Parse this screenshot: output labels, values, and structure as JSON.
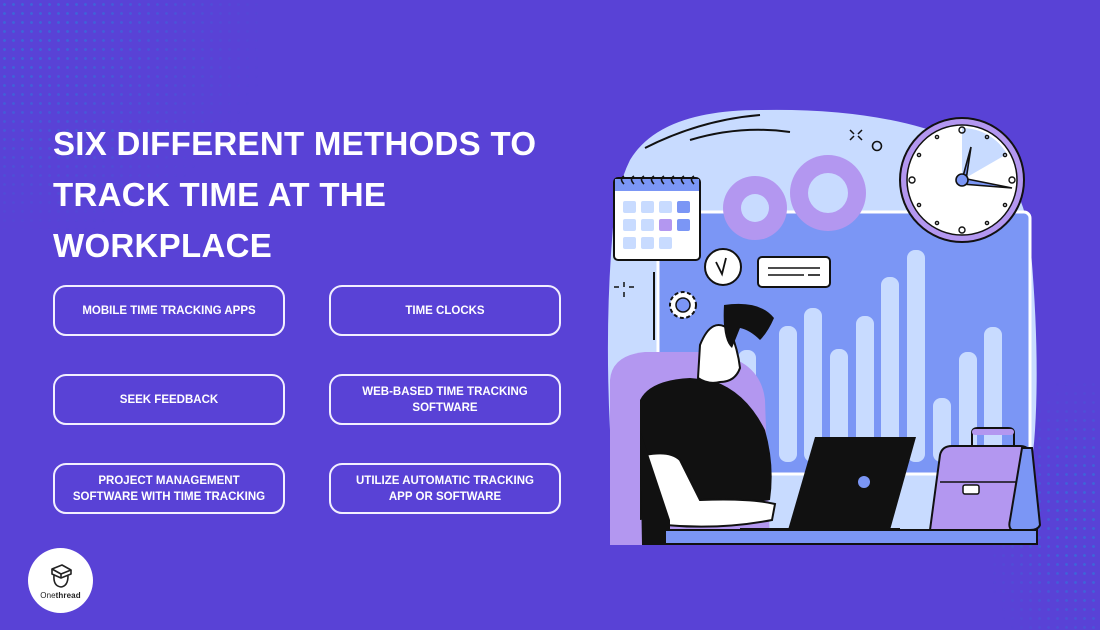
{
  "title": "SIX DIFFERENT METHODS TO TRACK TIME AT THE WORKPLACE",
  "methods": [
    {
      "label": "MOBILE TIME TRACKING APPS"
    },
    {
      "label": "TIME CLOCKS"
    },
    {
      "label": "SEEK FEEDBACK"
    },
    {
      "label": "WEB-BASED TIME TRACKING SOFTWARE"
    },
    {
      "label": "PROJECT MANAGEMENT SOFTWARE WITH TIME TRACKING"
    },
    {
      "label": "UTILIZE AUTOMATIC TRACKING APP OR SOFTWARE"
    }
  ],
  "logo": {
    "brand_light": "One",
    "brand_bold": "thread"
  },
  "illustration": {
    "icons": [
      "calendar-icon",
      "gear-icon",
      "clock-icon",
      "bar-chart",
      "laptop-icon",
      "briefcase-icon",
      "checkmark-clock-icon",
      "message-card-icon"
    ]
  },
  "colors": {
    "background": "#5942d6",
    "blob": "#c8dbff",
    "screen": "#7b96f5",
    "bar": "#c8dbff",
    "lavender": "#b397f0",
    "outline": "#111111",
    "white": "#ffffff"
  }
}
